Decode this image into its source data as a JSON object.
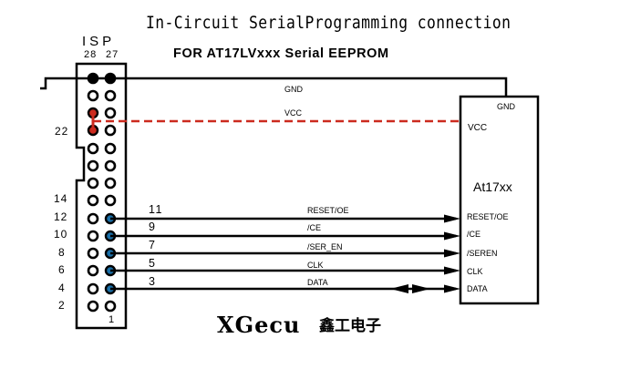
{
  "title": "In-Circuit SerialProgramming connection",
  "subtitle": "FOR  AT17LVxxx  Serial EEPROM",
  "isp": {
    "label": "ISP",
    "top_pin_left": "28",
    "top_pin_right": "27",
    "pin_bottom": "1",
    "side_labels": {
      "p22": "22",
      "p14": "14",
      "p12": "12",
      "p10": "10",
      "p8": "8",
      "p6": "6",
      "p4": "4",
      "p2": "2"
    }
  },
  "chip": {
    "name": "At17xx",
    "pins": {
      "gnd": "GND",
      "vcc": "VCC",
      "reset": "RESET/OE",
      "ce": "/CE",
      "seren": "/SEREN",
      "clk": "CLK",
      "data": "DATA"
    }
  },
  "wires": {
    "gnd": "GND",
    "vcc": "VCC",
    "signals": [
      {
        "pin": "11",
        "label": "RESET/OE"
      },
      {
        "pin": "9",
        "label": "/CE"
      },
      {
        "pin": "7",
        "label": "/SER_EN"
      },
      {
        "pin": "5",
        "label": "CLK"
      },
      {
        "pin": "3",
        "label": "DATA"
      }
    ]
  },
  "brand": {
    "name": "XGecu",
    "cn": "鑫工电子"
  },
  "colors": {
    "black": "#000000",
    "vcc_red": "#cc2a1e",
    "signal_blue": "#1a6fa8",
    "background": "#ffffff"
  }
}
